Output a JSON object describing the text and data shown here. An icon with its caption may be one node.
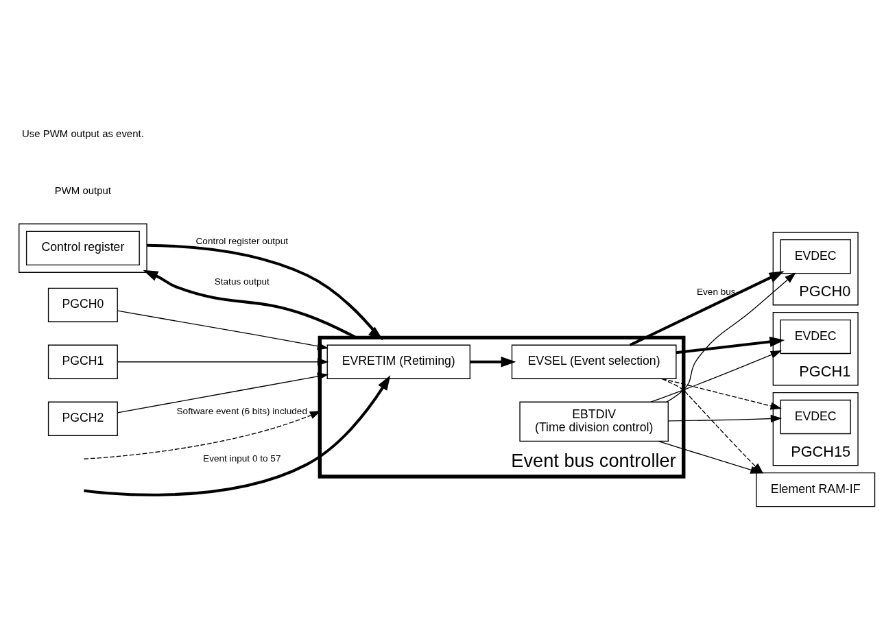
{
  "diagram": {
    "nodes": [
      {
        "text": [],
        "shape": "box"
      },
      {
        "text": [
          "Control register"
        ],
        "in": 0
      },
      {
        "text": [
          "Event bus controller"
        ]
      },
      {
        "text": [
          "EVRETIM (Retiming)"
        ],
        "in": 2
      },
      {
        "text": [
          "EVSEL (Event selection)"
        ],
        "in": 2
      },
      {
        "text": [
          "EBTDIV",
          "(Time division control)"
        ],
        "in": 2
      },
      {
        "text": [
          "PGCH0"
        ]
      },
      {
        "text": [
          "PGCH1"
        ]
      },
      {
        "text": [
          "PGCH2"
        ]
      },
      {
        "text": [
          "PGCH0"
        ]
      },
      {
        "text": [
          "EVDEC"
        ],
        "in": 9
      },
      {
        "text": [
          "PGCH1"
        ]
      },
      {
        "text": [
          "EVDEC"
        ],
        "in": 11
      },
      {
        "text": [
          "PGCH15"
        ]
      },
      {
        "text": [
          "EVDEC"
        ],
        "in": 13
      },
      {
        "text": [
          "Element RAM-IF"
        ]
      }
    ],
    "edges": [
      {
        "from": 0,
        "to": 2,
        "arrow": "to",
        "label": "Control register output",
        "style": "thick"
      },
      {
        "from": 2,
        "to": 0,
        "arrow": "to",
        "label": "Status output",
        "style": "thick"
      },
      {
        "from": null,
        "to": 2,
        "arrow": "to",
        "label": "Software event (6 bits) included",
        "style": "dashed"
      },
      {
        "from": null,
        "to": 3,
        "arrow": "to",
        "label": "Event input 0 to 57",
        "style": "thick"
      },
      {
        "from": 6,
        "to": 3,
        "arrow": "to"
      },
      {
        "from": 7,
        "to": 3,
        "arrow": "to"
      },
      {
        "from": 8,
        "to": 3,
        "arrow": "to"
      },
      {
        "from": 3,
        "to": 4,
        "arrow": "to",
        "style": "thick"
      },
      {
        "from": 4,
        "to": 10,
        "arrow": "to",
        "label": "Even bus",
        "style": "thick"
      },
      {
        "from": 4,
        "to": 12,
        "arrow": "to",
        "style": "thick"
      },
      {
        "from": 4,
        "to": 14,
        "arrow": "to",
        "style": "dashed"
      },
      {
        "from": 4,
        "to": 15,
        "arrow": "to",
        "style": "dashed"
      },
      {
        "from": 5,
        "to": 10,
        "arrow": "to"
      },
      {
        "from": 5,
        "to": 12,
        "arrow": "to"
      },
      {
        "from": 5,
        "to": 14,
        "arrow": "to"
      },
      {
        "from": 5,
        "to": 15,
        "arrow": "to"
      }
    ],
    "labels": [
      "PWM output",
      "Use PWM output as event."
    ]
  }
}
